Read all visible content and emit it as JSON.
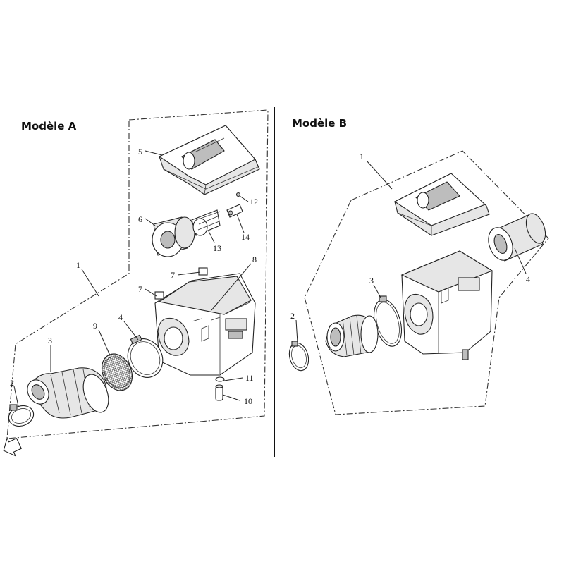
{
  "panels": {
    "a": {
      "title": "Modèle A"
    },
    "b": {
      "title": "Modèle B"
    }
  },
  "callouts": {
    "a": {
      "c1": "1",
      "c2": "2",
      "c3": "3",
      "c4": "4",
      "c5": "5",
      "c6": "6",
      "c7a": "7",
      "c7b": "7",
      "c8": "8",
      "c9": "9",
      "c10": "10",
      "c11": "11",
      "c12": "12",
      "c13": "13",
      "c14": "14"
    },
    "b": {
      "c1": "1",
      "c2": "2",
      "c3": "3",
      "c4": "4"
    }
  },
  "icons": {
    "front_arrow": "front-direction-arrow-icon"
  }
}
